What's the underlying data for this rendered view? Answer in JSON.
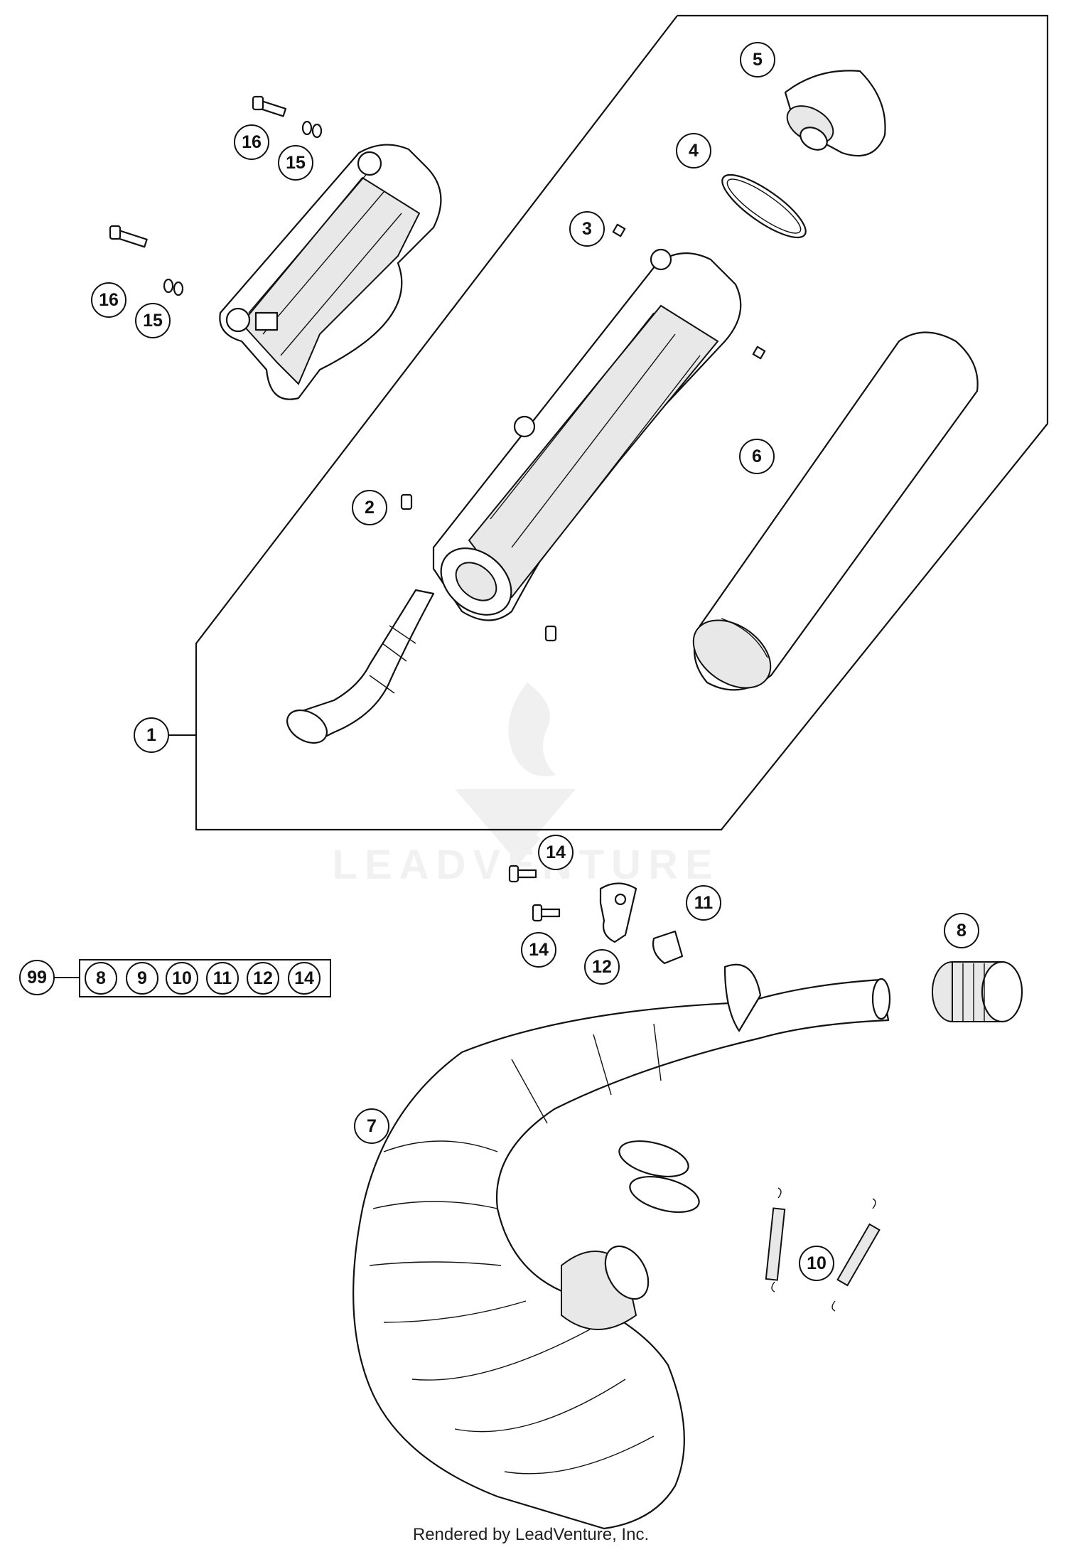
{
  "diagram": {
    "callouts": {
      "c1": "1",
      "c2": "2",
      "c3": "3",
      "c4": "4",
      "c5": "5",
      "c6": "6",
      "c7": "7",
      "c8": "8",
      "c10": "10",
      "c11": "11",
      "c12": "12",
      "c14a": "14",
      "c14b": "14",
      "c15a": "15",
      "c15b": "15",
      "c16a": "16",
      "c16b": "16",
      "c99": "99"
    },
    "kit_box": [
      "8",
      "9",
      "10",
      "11",
      "12",
      "14"
    ],
    "watermark": "LEADVENTURE",
    "footer": "Rendered by LeadVenture, Inc."
  }
}
